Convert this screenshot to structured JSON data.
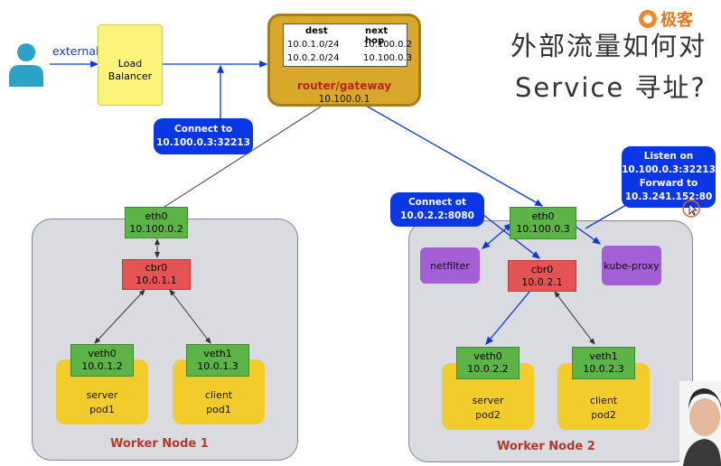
{
  "title": {
    "line1": "外部流量如何对",
    "line2": "Service 寻址?"
  },
  "logo": {
    "text": "极客"
  },
  "external": {
    "label": "externalIP"
  },
  "load_balancer": {
    "line1": "Load",
    "line2": "Balancer"
  },
  "router": {
    "table_headers": [
      "dest",
      "next hop"
    ],
    "rows": [
      [
        "10.0.1.0/24",
        "10.100.0.2"
      ],
      [
        "10.0.2.0/24",
        "10.100.0.3"
      ]
    ],
    "name": "router/gateway",
    "ip": "10.100.0.1"
  },
  "callouts": {
    "connect_router": {
      "line1": "Connect to",
      "line2": "10.100.0.3:32213"
    },
    "connect_node2": {
      "line1": "Connect ot",
      "line2": "10.0.2.2:8080"
    },
    "listen": {
      "line1": "Listen on",
      "line2": "10.100.0.3:32213",
      "line3": "Forward to",
      "line4": "10.3.241.152:80"
    }
  },
  "node1": {
    "label": "Worker Node 1",
    "eth0": {
      "name": "eth0",
      "ip": "10.100.0.2"
    },
    "cbr0": {
      "name": "cbr0",
      "ip": "10.0.1.1"
    },
    "veth0": {
      "name": "veth0",
      "ip": "10.0.1.2"
    },
    "veth1": {
      "name": "veth1",
      "ip": "10.0.1.3"
    },
    "pod_server": {
      "line1": "server",
      "line2": "pod1"
    },
    "pod_client": {
      "line1": "client",
      "line2": "pod1"
    }
  },
  "node2": {
    "label": "Worker Node 2",
    "eth0": {
      "name": "eth0",
      "ip": "10.100.0.3"
    },
    "cbr0": {
      "name": "cbr0",
      "ip": "10.0.2.1"
    },
    "netfilter": "netfilter",
    "kube_proxy": "kube-proxy",
    "veth0": {
      "name": "veth0",
      "ip": "10.0.2.2"
    },
    "veth1": {
      "name": "veth1",
      "ip": "10.0.2.3"
    },
    "pod_server": {
      "line1": "server",
      "line2": "pod2"
    },
    "pod_client": {
      "line1": "client",
      "line2": "pod2"
    }
  },
  "colors": {
    "arrow_blue": "#0a37e6",
    "callout_blue": "#0a37e6",
    "eth_green": "#5cb346",
    "cbr_red": "#e55353",
    "pod_yellow": "#f2cc2b",
    "router_gold": "#d9a82b"
  }
}
